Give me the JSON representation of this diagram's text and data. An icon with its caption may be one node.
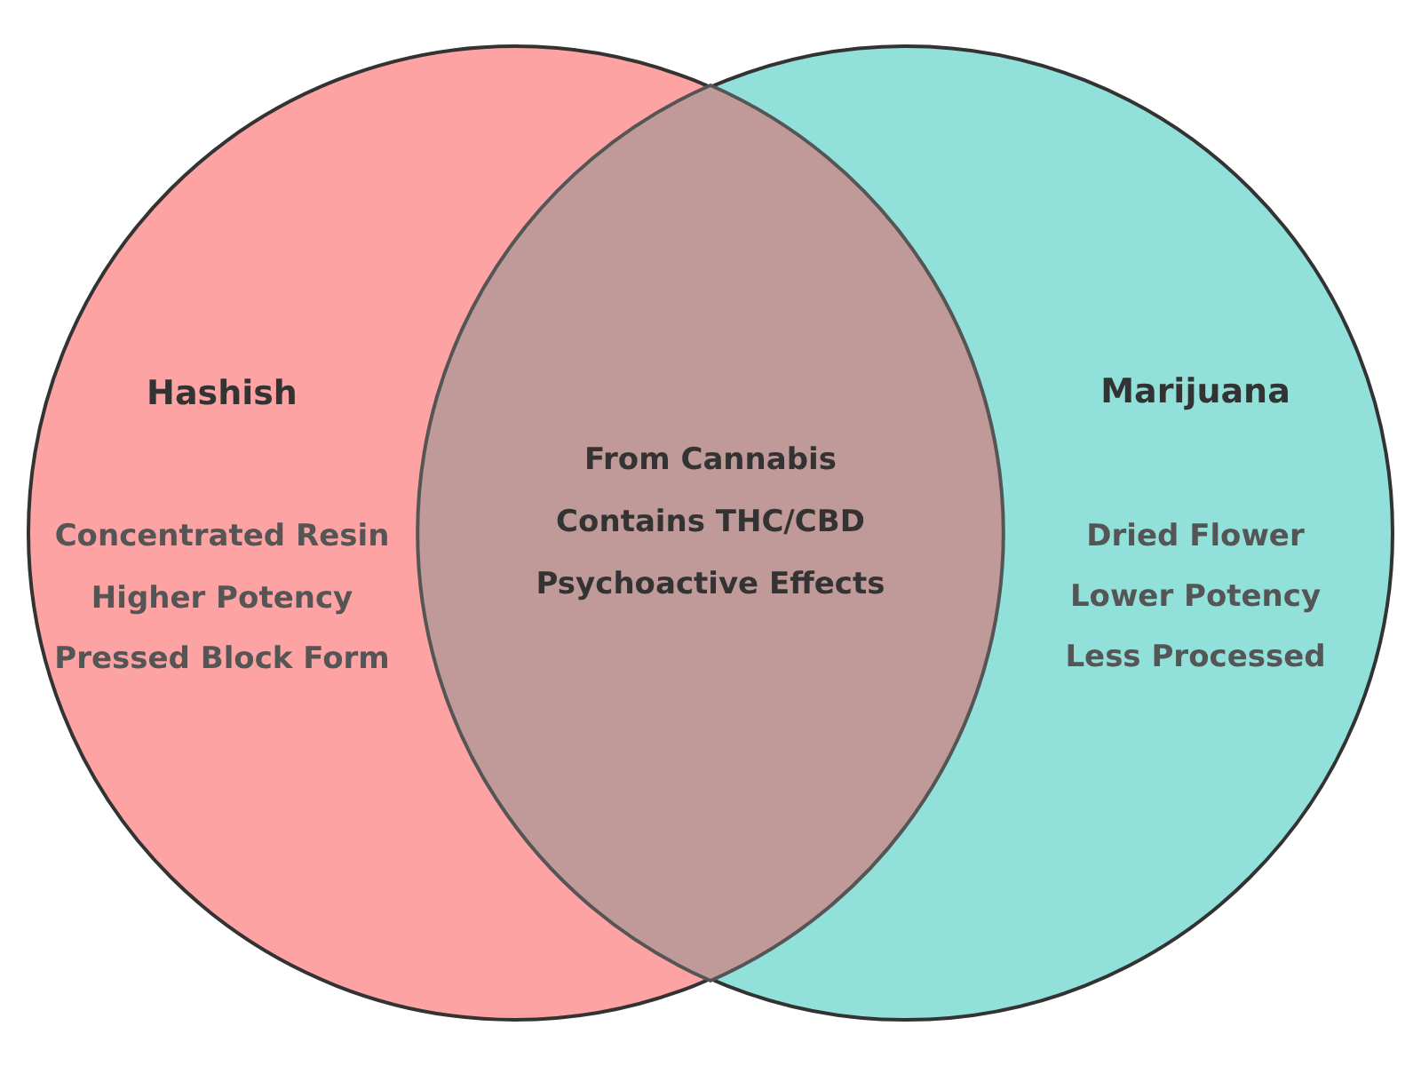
{
  "diagram": {
    "nodes": [
      {
        "text": [
          "Hashish",
          "Concentrated Resin",
          "Higher Potency",
          "Pressed Block Form"
        ]
      },
      {
        "text": [
          "Marijuana",
          "Dried Flower",
          "Lower Potency",
          "Less Processed"
        ]
      },
      {
        "text": [
          "From Cannabis",
          "Contains THC/CBD",
          "Psychoactive Effects"
        ]
      }
    ]
  }
}
